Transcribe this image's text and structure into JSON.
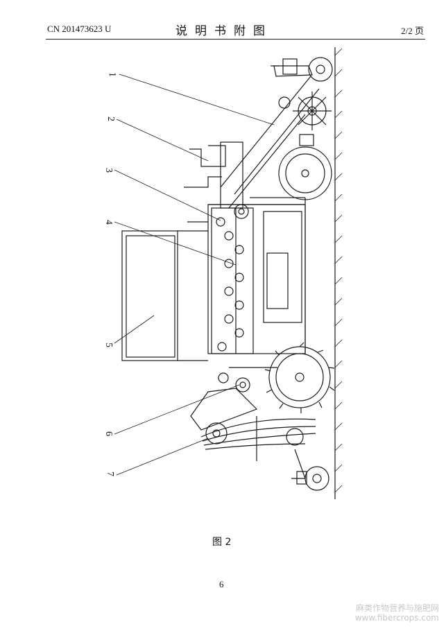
{
  "header": {
    "patent_number": "CN 201473623 U",
    "section_title": "说明书附图",
    "page_indicator": "2/2 页"
  },
  "figure": {
    "caption": "图 2",
    "callouts": [
      "1",
      "2",
      "3",
      "4",
      "5",
      "6",
      "7"
    ]
  },
  "footer": {
    "page_number": "6"
  },
  "watermark": {
    "line1": "麻类作物营养与施肥网",
    "line2": "www.fibercrops.com"
  }
}
